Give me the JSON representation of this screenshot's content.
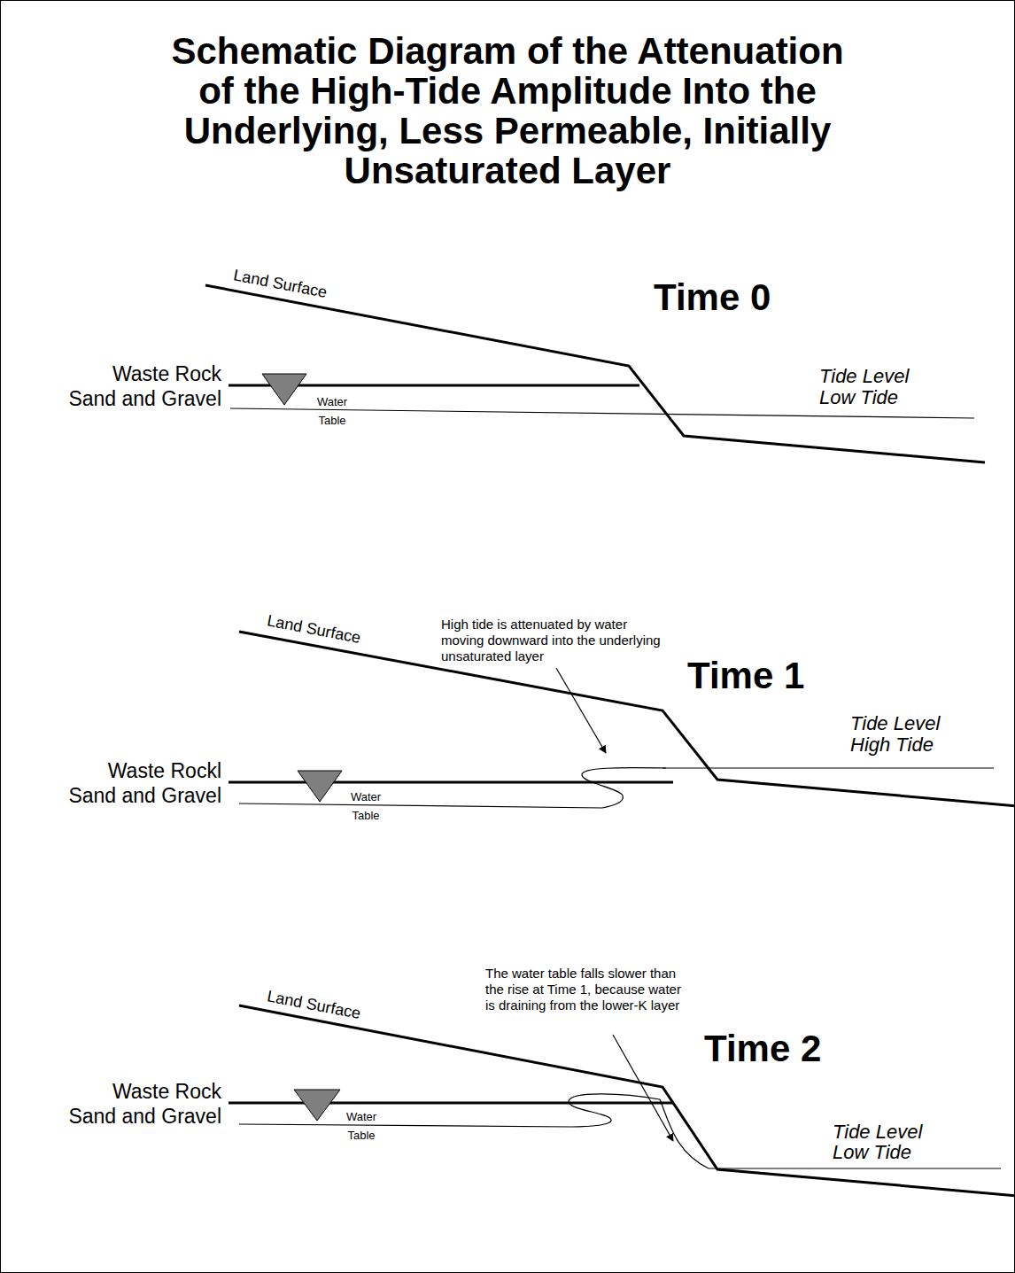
{
  "diagram": {
    "title": "Schematic Diagram of the Attenuation of the High-Tide Amplitude Into the Underlying, Less Permeable, Initially Unsaturated Layer",
    "labels": [
      "Land Surface",
      "Time 0",
      "Waste Rock",
      "Sand and Gravel",
      "Water Table",
      "Tide Level Low Tide",
      "High tide is attenuated by water moving downward into the underlying unsaturated layer",
      "Land Surface",
      "Time 1",
      "Tide Level High Tide",
      "Waste Rockl",
      "Sand and Gravel",
      "Water Table",
      "The water table falls slower than the rise at Time 1, because water is draining from the lower-K layer",
      "Land Surface",
      "Time 2",
      "Waste Rock",
      "Sand and Gravel",
      "Water Table",
      "Tide Level Low Tide"
    ]
  }
}
